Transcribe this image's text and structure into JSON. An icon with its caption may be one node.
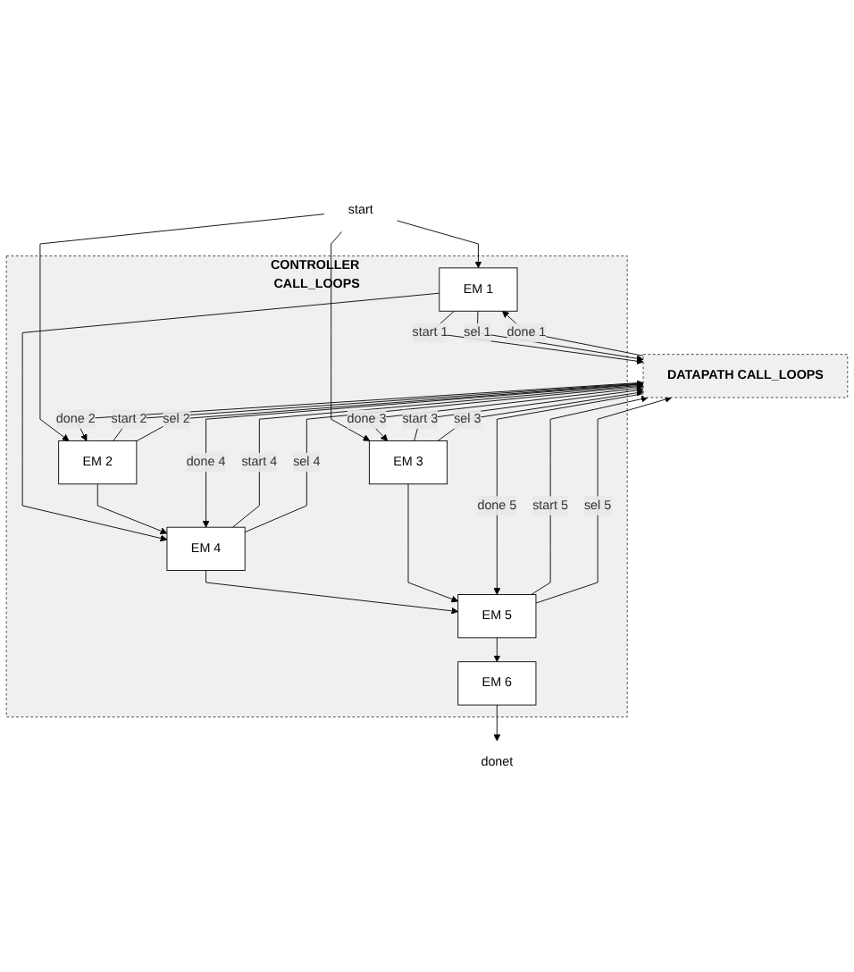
{
  "diagram": {
    "nodes": [
      {
        "text": [
          "start"
        ]
      },
      {
        "text": [
          "CONTROLLER CALL_LOOPS"
        ]
      },
      {
        "text": [
          "EM 1"
        ],
        "in": 1
      },
      {
        "text": [
          "EM 2"
        ],
        "in": 1
      },
      {
        "text": [
          "EM 3"
        ],
        "in": 1
      },
      {
        "text": [
          "EM 4"
        ],
        "in": 1
      },
      {
        "text": [
          "EM 5"
        ],
        "in": 1
      },
      {
        "text": [
          "EM 6"
        ],
        "in": 1
      },
      {
        "text": [
          "DATAPATH CALL_LOOPS"
        ]
      },
      {
        "text": [
          "donet"
        ]
      }
    ],
    "edges": [
      {
        "from": 0,
        "to": 2,
        "arrow": "to"
      },
      {
        "from": 0,
        "to": 3,
        "arrow": "to"
      },
      {
        "from": 0,
        "to": 4,
        "arrow": "to"
      },
      {
        "from": 2,
        "to": 8,
        "label": "start 1",
        "arrow": "to"
      },
      {
        "from": 2,
        "to": 8,
        "label": "sel 1",
        "arrow": "to"
      },
      {
        "from": 8,
        "to": 2,
        "label": "done 1",
        "arrow": "to"
      },
      {
        "from": 3,
        "to": 8,
        "label": "start 2",
        "arrow": "to"
      },
      {
        "from": 3,
        "to": 8,
        "label": "sel 2",
        "arrow": "to"
      },
      {
        "from": 8,
        "to": 3,
        "label": "done 2",
        "arrow": "to"
      },
      {
        "from": 4,
        "to": 8,
        "label": "start 3",
        "arrow": "to"
      },
      {
        "from": 4,
        "to": 8,
        "label": "sel 3",
        "arrow": "to"
      },
      {
        "from": 8,
        "to": 4,
        "label": "done 3",
        "arrow": "to"
      },
      {
        "from": 2,
        "to": 5,
        "arrow": "to"
      },
      {
        "from": 3,
        "to": 5,
        "arrow": "to"
      },
      {
        "from": 5,
        "to": 8,
        "label": "start 4",
        "arrow": "to"
      },
      {
        "from": 5,
        "to": 8,
        "label": "sel 4",
        "arrow": "to"
      },
      {
        "from": 8,
        "to": 5,
        "label": "done 4",
        "arrow": "to"
      },
      {
        "from": 5,
        "to": 6,
        "arrow": "to"
      },
      {
        "from": 4,
        "to": 6,
        "arrow": "to"
      },
      {
        "from": 6,
        "to": 8,
        "label": "start 5",
        "arrow": "to"
      },
      {
        "from": 6,
        "to": 8,
        "label": "sel 5",
        "arrow": "to"
      },
      {
        "from": 8,
        "to": 6,
        "label": "done 5",
        "arrow": "to"
      },
      {
        "from": 6,
        "to": 7,
        "arrow": "to"
      },
      {
        "from": 7,
        "to": 9,
        "arrow": "to"
      }
    ]
  }
}
